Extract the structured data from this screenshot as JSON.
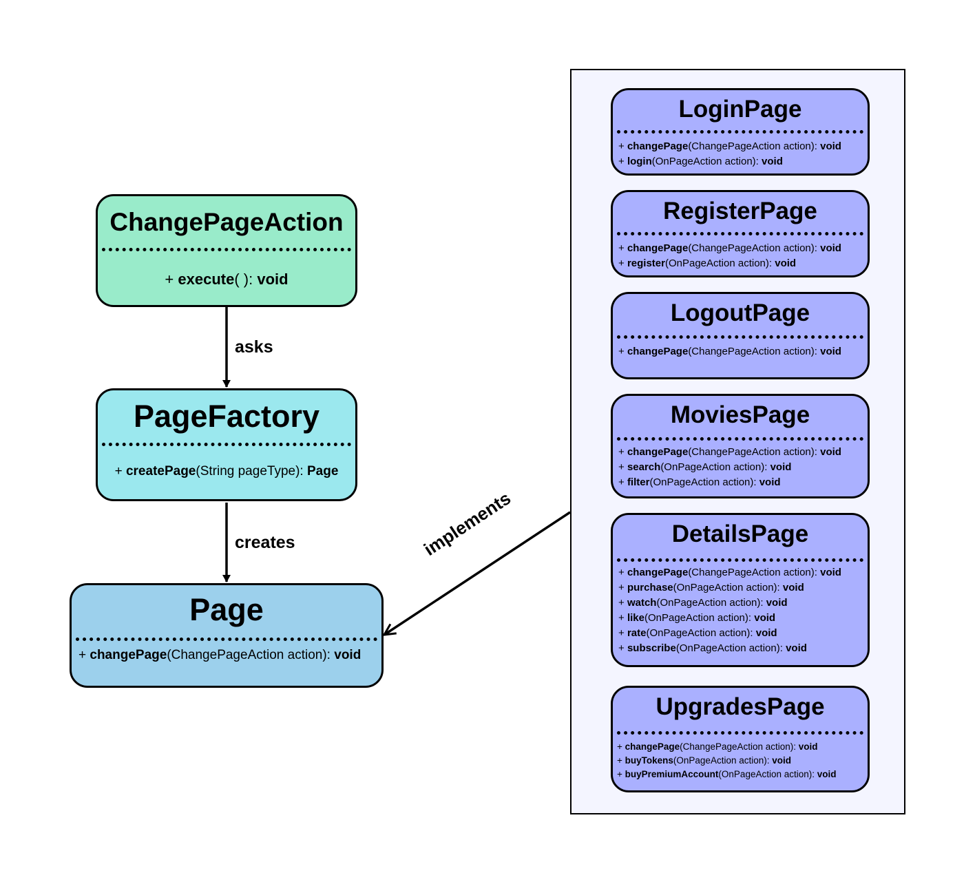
{
  "colors": {
    "change_page_action": "#99ebca",
    "page_factory": "#9be8ee",
    "page": "#9cd0ec",
    "implementation": "#aab0ff",
    "container": "#f4f5ff"
  },
  "change_page_action": {
    "title": "ChangePageAction",
    "members": [
      {
        "prefix": "+ ",
        "name": "execute",
        "params": "( ): ",
        "returns": "void"
      }
    ]
  },
  "page_factory": {
    "title": "PageFactory",
    "members": [
      {
        "prefix": "+ ",
        "name": "createPage",
        "params": "(String pageType): ",
        "returns": "Page"
      }
    ]
  },
  "page": {
    "title": "Page",
    "members": [
      {
        "prefix": "+ ",
        "name": "changePage",
        "params": "(ChangePageAction action): ",
        "returns": "void"
      }
    ]
  },
  "edges": {
    "asks": "asks",
    "creates": "creates",
    "implements": "implements"
  },
  "pages": [
    {
      "title": "LoginPage",
      "members": [
        {
          "prefix": "+ ",
          "name": "changePage",
          "params": "(ChangePageAction action): ",
          "returns": "void"
        },
        {
          "prefix": "+ ",
          "name": "login",
          "params": "(OnPageAction action): ",
          "returns": "void"
        }
      ]
    },
    {
      "title": "RegisterPage",
      "members": [
        {
          "prefix": "+ ",
          "name": "changePage",
          "params": "(ChangePageAction action): ",
          "returns": "void"
        },
        {
          "prefix": "+ ",
          "name": "register",
          "params": "(OnPageAction action): ",
          "returns": "void"
        }
      ]
    },
    {
      "title": "LogoutPage",
      "members": [
        {
          "prefix": "+ ",
          "name": "changePage",
          "params": "(ChangePageAction action): ",
          "returns": "void"
        }
      ]
    },
    {
      "title": "MoviesPage",
      "members": [
        {
          "prefix": "+ ",
          "name": "changePage",
          "params": "(ChangePageAction action): ",
          "returns": "void"
        },
        {
          "prefix": "+ ",
          "name": "search",
          "params": "(OnPageAction action): ",
          "returns": "void"
        },
        {
          "prefix": "+ ",
          "name": "filter",
          "params": "(OnPageAction action): ",
          "returns": "void"
        }
      ]
    },
    {
      "title": "DetailsPage",
      "members": [
        {
          "prefix": "+ ",
          "name": "changePage",
          "params": "(ChangePageAction action): ",
          "returns": "void"
        },
        {
          "prefix": "+ ",
          "name": "purchase",
          "params": "(OnPageAction action): ",
          "returns": "void"
        },
        {
          "prefix": "+ ",
          "name": "watch",
          "params": "(OnPageAction action): ",
          "returns": "void"
        },
        {
          "prefix": "+ ",
          "name": "like",
          "params": "(OnPageAction action): ",
          "returns": "void"
        },
        {
          "prefix": "+ ",
          "name": "rate",
          "params": "(OnPageAction action): ",
          "returns": "void"
        },
        {
          "prefix": "+ ",
          "name": "subscribe",
          "params": "(OnPageAction action): ",
          "returns": "void"
        }
      ]
    },
    {
      "title": "UpgradesPage",
      "members": [
        {
          "prefix": "+ ",
          "name": "changePage",
          "params": "(ChangePageAction action): ",
          "returns": "void"
        },
        {
          "prefix": "+ ",
          "name": "buyTokens",
          "params": "(OnPageAction action): ",
          "returns": "void"
        },
        {
          "prefix": "+ ",
          "name": "buyPremiumAccount",
          "params": "(OnPageAction action): ",
          "returns": "void"
        }
      ]
    }
  ]
}
